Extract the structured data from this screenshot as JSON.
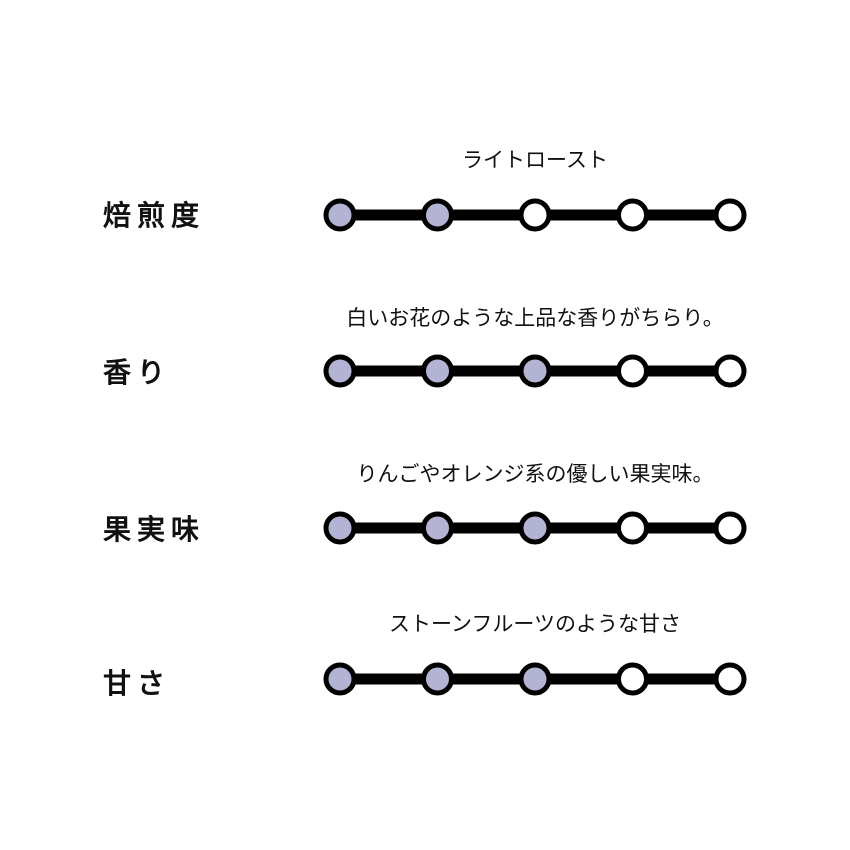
{
  "colors": {
    "filled": "#b3b3d4",
    "empty": "#ffffff",
    "line": "#000000"
  },
  "rows": [
    {
      "label": "焙煎度",
      "desc": "ライトロースト",
      "level": 2,
      "max": 5
    },
    {
      "label": "香り",
      "desc": "白いお花のような上品な香りがちらり。",
      "level": 3,
      "max": 5
    },
    {
      "label": "果実味",
      "desc": "りんごやオレンジ系の優しい果実味。",
      "level": 3,
      "max": 5
    },
    {
      "label": "甘さ",
      "desc": "ストーンフルーツのような甘さ",
      "level": 3,
      "max": 5
    }
  ]
}
